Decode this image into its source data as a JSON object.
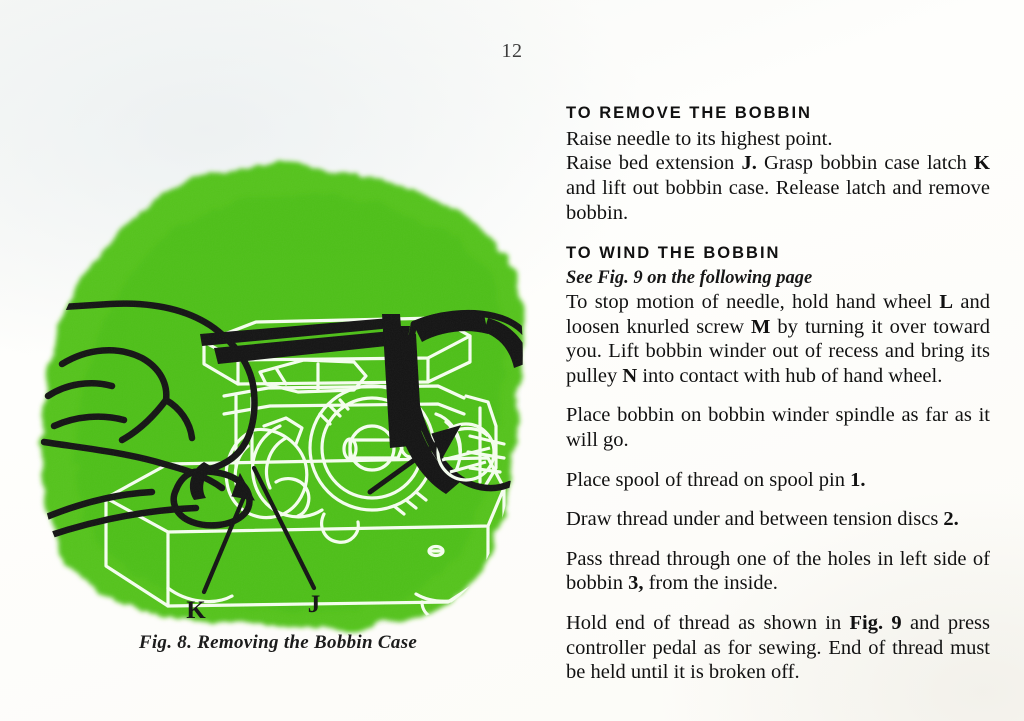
{
  "page": {
    "number": "12",
    "paper_color": "#fdfdfa",
    "ink_color": "#111111"
  },
  "figure": {
    "caption": "Fig. 8. Removing the Bobbin Case",
    "background_color": "#55c41e",
    "line_color": "#ffffff",
    "outline_color": "#111111",
    "callouts": [
      {
        "label": "K",
        "meaning": "bobbin case latch"
      },
      {
        "label": "J",
        "meaning": "bed extension"
      }
    ],
    "subject": "hands removing bobbin case from sewing machine"
  },
  "sections": [
    {
      "heading": "TO REMOVE THE BOBBIN",
      "subtitle": null,
      "paragraphs": [
        {
          "id": "remove-p1",
          "runs": [
            {
              "t": "Raise needle to its highest point."
            }
          ]
        },
        {
          "id": "remove-p2",
          "runs": [
            {
              "t": "Raise bed extension "
            },
            {
              "t": "J.",
              "b": true
            },
            {
              "t": " Grasp bobbin case latch "
            },
            {
              "t": "K",
              "b": true
            },
            {
              "t": " and lift out bobbin case. Release latch and remove bobbin."
            }
          ]
        }
      ]
    },
    {
      "heading": "TO WIND THE BOBBIN",
      "subtitle": "See Fig. 9 on the following page",
      "paragraphs": [
        {
          "id": "wind-p1",
          "runs": [
            {
              "t": "To stop motion of needle, hold hand wheel "
            },
            {
              "t": "L",
              "b": true
            },
            {
              "t": " and loosen knurled screw "
            },
            {
              "t": "M",
              "b": true
            },
            {
              "t": " by turning it over toward you. Lift bobbin winder out of recess and bring its pulley "
            },
            {
              "t": "N",
              "b": true
            },
            {
              "t": " into contact with hub of hand wheel."
            }
          ]
        },
        {
          "id": "wind-p2",
          "runs": [
            {
              "t": "Place bobbin on bobbin winder spindle as far as it will go."
            }
          ]
        },
        {
          "id": "wind-p3",
          "runs": [
            {
              "t": "Place spool of thread on spool pin "
            },
            {
              "t": "1.",
              "b": true
            }
          ]
        },
        {
          "id": "wind-p4",
          "runs": [
            {
              "t": "Draw thread under and between tension discs "
            },
            {
              "t": "2.",
              "b": true
            }
          ]
        },
        {
          "id": "wind-p5",
          "runs": [
            {
              "t": "Pass thread through one of the holes in left side of bobbin "
            },
            {
              "t": "3,",
              "b": true
            },
            {
              "t": " from the inside."
            }
          ]
        },
        {
          "id": "wind-p6",
          "runs": [
            {
              "t": "Hold end of thread as shown in "
            },
            {
              "t": "Fig. 9",
              "b": true
            },
            {
              "t": " and press controller pedal as for sewing. End of thread must be held until it is broken off."
            }
          ]
        }
      ]
    }
  ]
}
